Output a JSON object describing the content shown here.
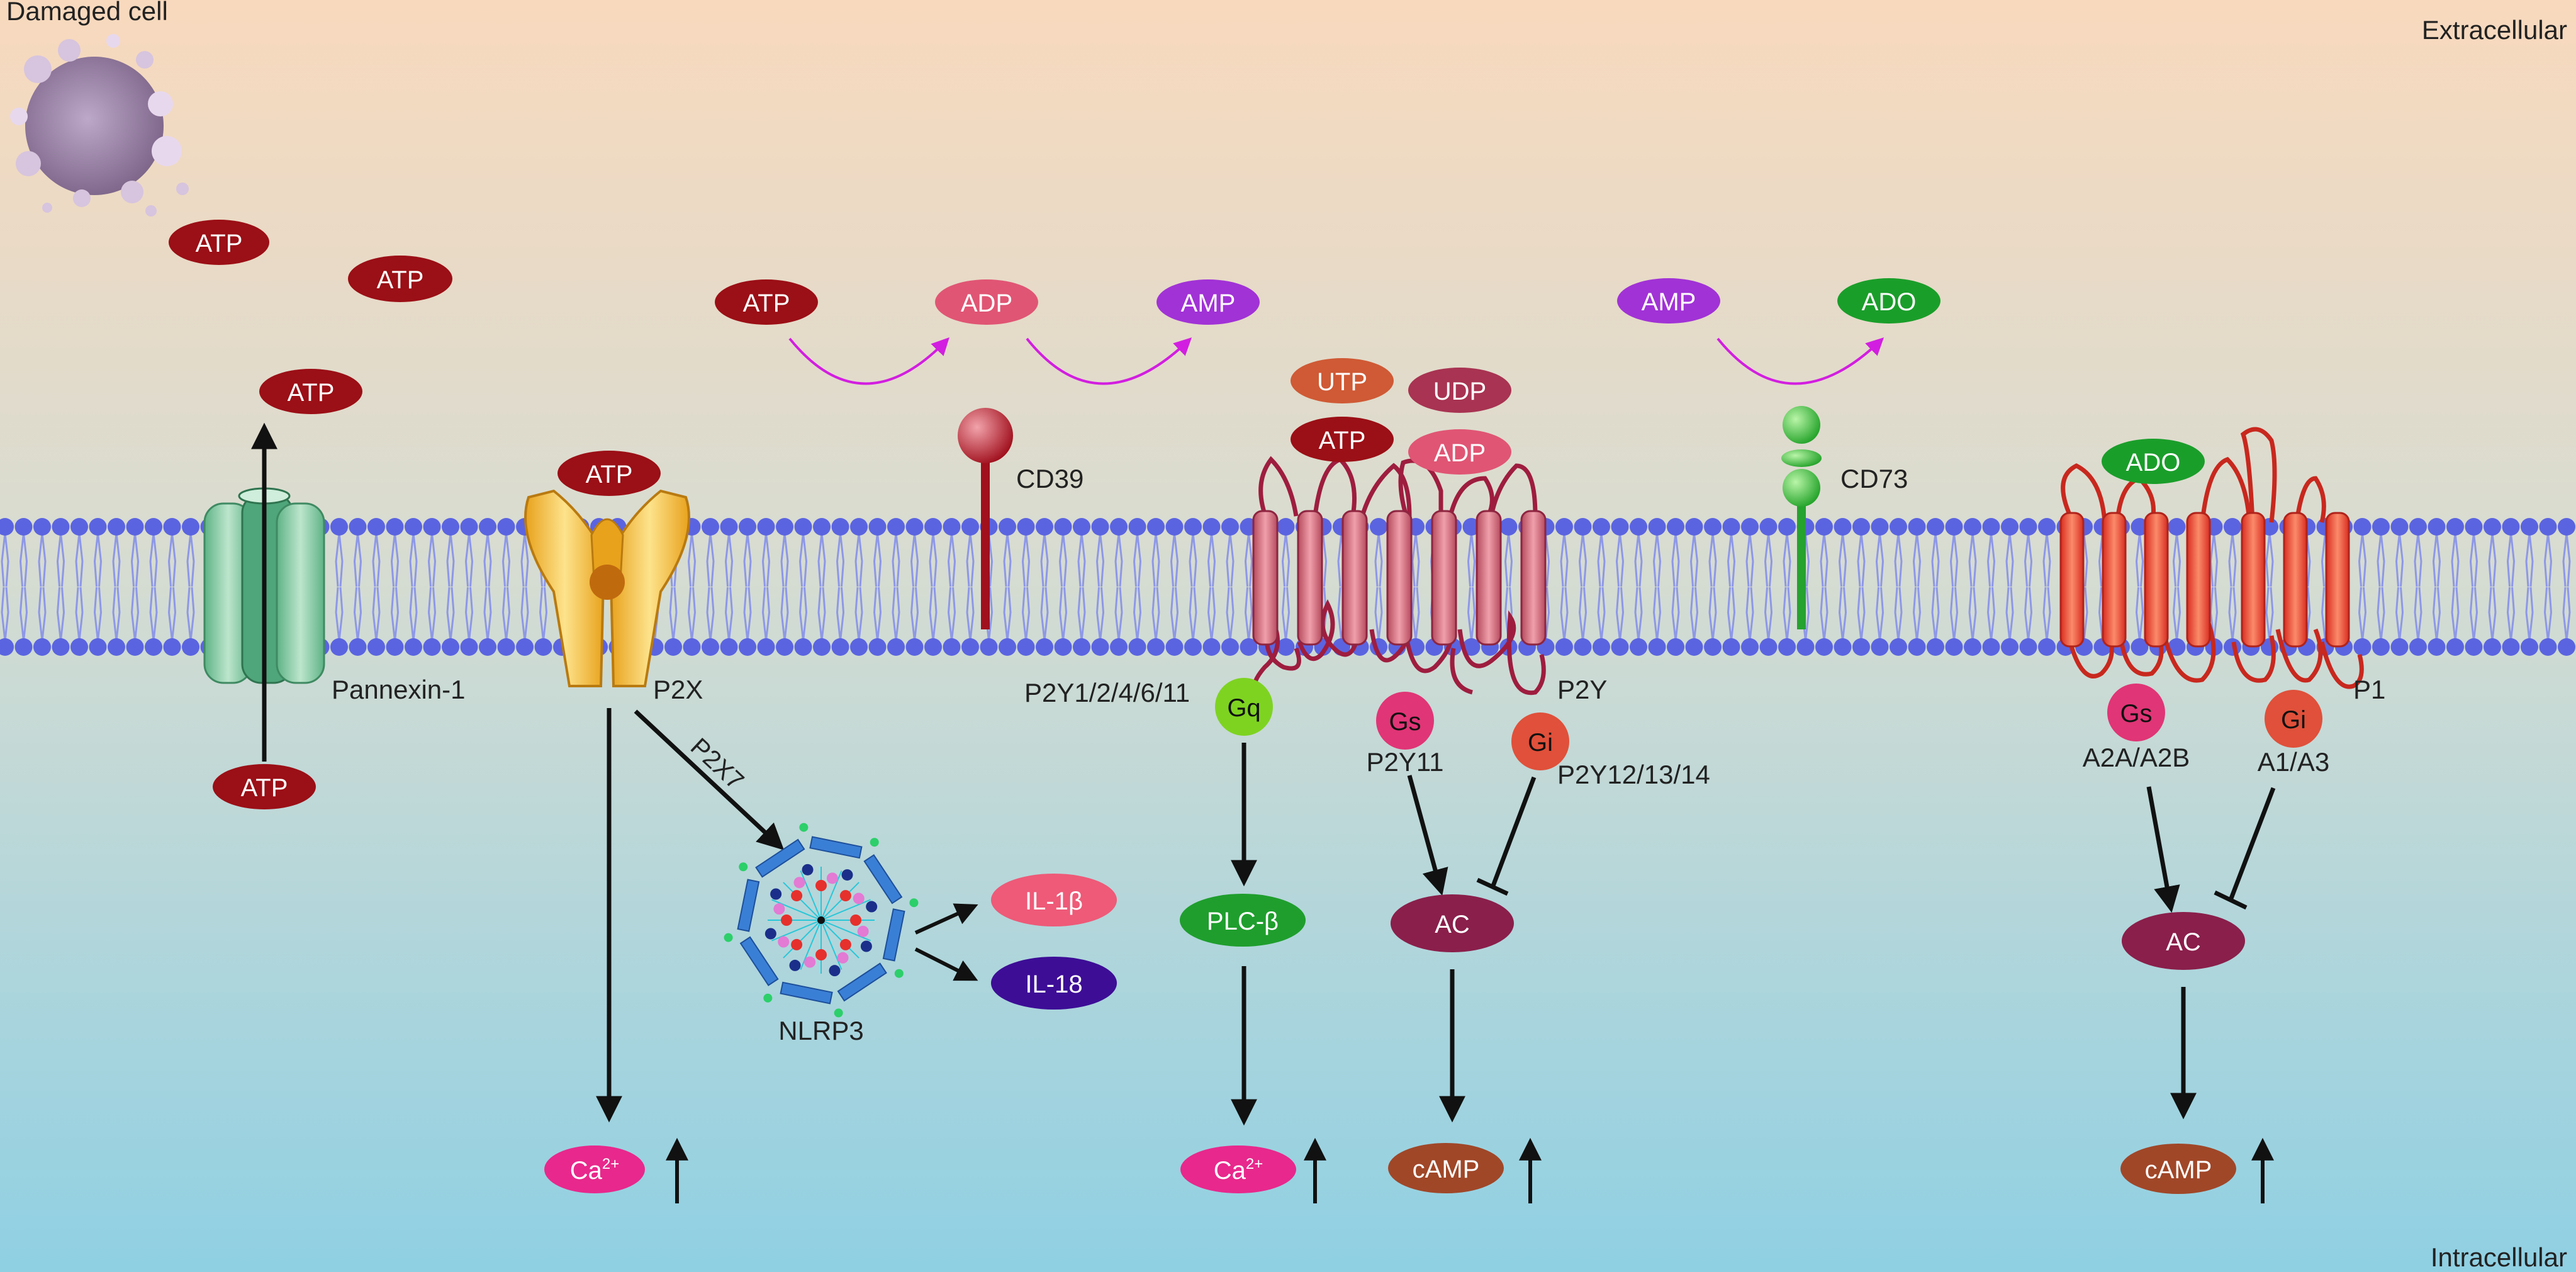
{
  "regions": {
    "top": "Extracellular",
    "bottom": "Intracellular"
  },
  "labels": {
    "damaged_cell": "Damaged cell",
    "pannexin": "Pannexin-1",
    "p2x": "P2X",
    "p2x7": "P2X7",
    "nlrp3": "NLRP3",
    "cd39": "CD39",
    "cd73": "CD73",
    "p2y_gq": "P2Y1/2/4/6/11",
    "p2y": "P2Y",
    "p2y11": "P2Y11",
    "p2y12": "P2Y12/13/14",
    "p1": "P1",
    "a2a": "A2A/A2B",
    "a1": "A1/A3"
  },
  "molecules": {
    "atp": "ATP",
    "adp": "ADP",
    "amp": "AMP",
    "ado": "ADO",
    "utp": "UTP",
    "udp": "UDP",
    "il1b": "IL-1β",
    "il18": "IL-18",
    "plc": "PLC-β",
    "ac": "AC",
    "camp": "cAMP",
    "ca_base": "Ca",
    "ca_sup": "2+"
  },
  "gproteins": {
    "gq": "Gq",
    "gs": "Gs",
    "gi": "Gi"
  },
  "colors": {
    "atp": "#9b0f16",
    "adp": "#e05574",
    "amp": "#a132d6",
    "ado": "#1a9e2a",
    "utp": "#cf5a35",
    "udp": "#a83352",
    "il1b": "#ee5a78",
    "il18": "#3d0d96",
    "plc": "#1f9e2d",
    "ac": "#8a1f4b",
    "camp": "#a04728",
    "ca": "#e8288c",
    "gq": "#7ed321",
    "gs": "#e03576",
    "gi": "#e0503a",
    "membrane_head": "#5b64e0",
    "membrane_tail": "#8e98e6"
  }
}
